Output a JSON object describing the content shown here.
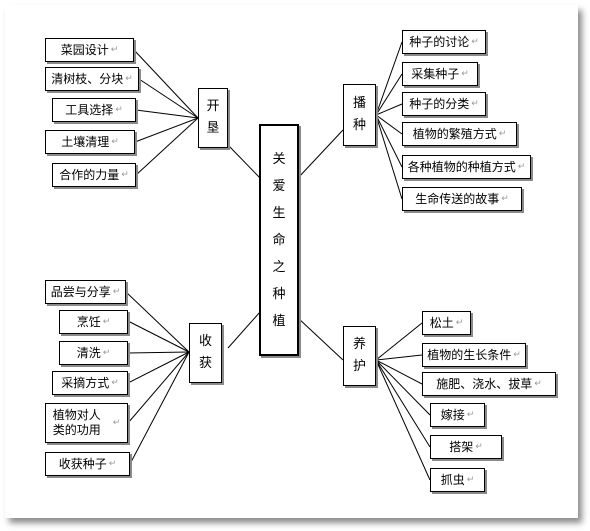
{
  "center": {
    "label": "关爱生命之种植"
  },
  "branches": [
    {
      "id": "kaiken",
      "label": "开垦",
      "leaves": [
        "菜园设计",
        "清树枝、分块",
        "工具选择",
        "土壤清理",
        "合作的力量"
      ]
    },
    {
      "id": "bozhong",
      "label": "播种",
      "leaves": [
        "种子的讨论",
        "采集种子",
        "种子的分类",
        "植物的繁殖方式",
        "各种植物的种植方式",
        "生命传送的故事"
      ]
    },
    {
      "id": "shouhuo",
      "label": "收获",
      "leaves": [
        "品尝与分享",
        "烹饪",
        "清洗",
        "采摘方式",
        "植物对人类的功用",
        "收获种子"
      ]
    },
    {
      "id": "yanghu",
      "label": "养护",
      "leaves": [
        "松土",
        "植物的生长条件",
        "施肥、浇水、拔草",
        "嫁接",
        "搭架",
        "抓虫"
      ]
    }
  ],
  "colors": {
    "line": "#000000",
    "shadow": "#8a8a8a",
    "mark": "#999999"
  }
}
